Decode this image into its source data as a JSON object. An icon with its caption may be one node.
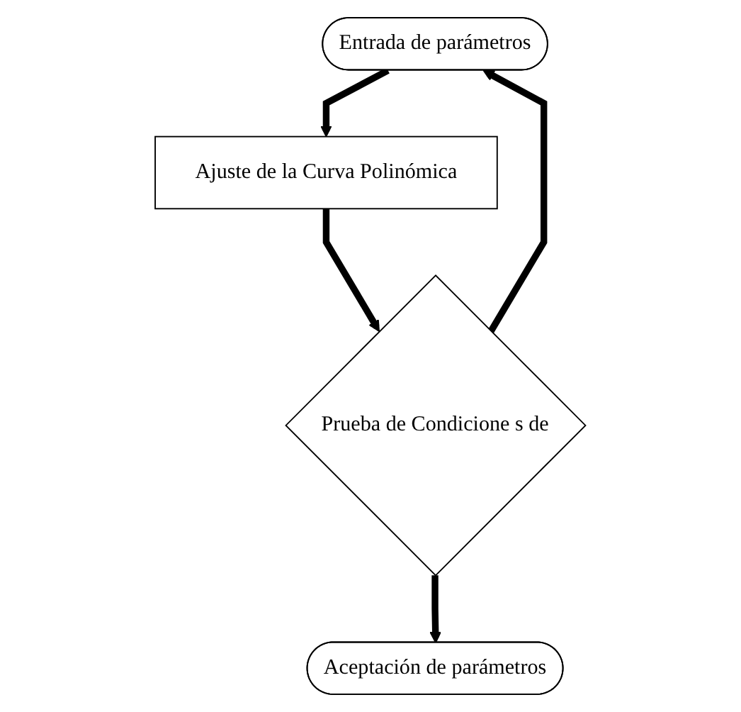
{
  "diagram": {
    "nodes": [
      {
        "text": [
          "Entrada de parámetros"
        ]
      },
      {
        "text": [
          "Ajuste de la Curva Polinómica"
        ]
      },
      {
        "text": [
          "Prueba de Condicione s de"
        ]
      },
      {
        "text": [
          "Aceptación de parámetros"
        ]
      }
    ],
    "edges": [
      {
        "from": 0,
        "to": 1,
        "arrow": "to"
      },
      {
        "from": 1,
        "to": 2,
        "arrow": "to"
      },
      {
        "from": 2,
        "to": 0,
        "arrow": "to"
      },
      {
        "from": 2,
        "to": 3,
        "arrow": "to"
      }
    ]
  }
}
